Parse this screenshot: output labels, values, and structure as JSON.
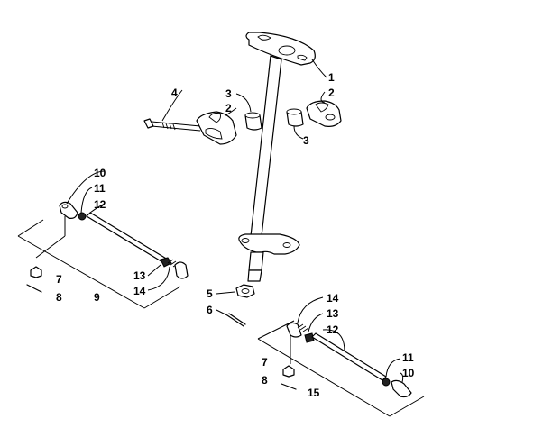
{
  "callouts": {
    "c1": "1",
    "c2a": "2",
    "c2b": "2",
    "c3a": "3",
    "c3b": "3",
    "c4": "4",
    "c5": "5",
    "c6": "6",
    "c7a": "7",
    "c7b": "7",
    "c8a": "8",
    "c8b": "8",
    "c9": "9",
    "c10a": "10",
    "c10b": "10",
    "c11a": "11",
    "c11b": "11",
    "c12a": "12",
    "c12b": "12",
    "c13a": "13",
    "c13b": "13",
    "c14a": "14",
    "c14b": "14",
    "c15": "15"
  }
}
